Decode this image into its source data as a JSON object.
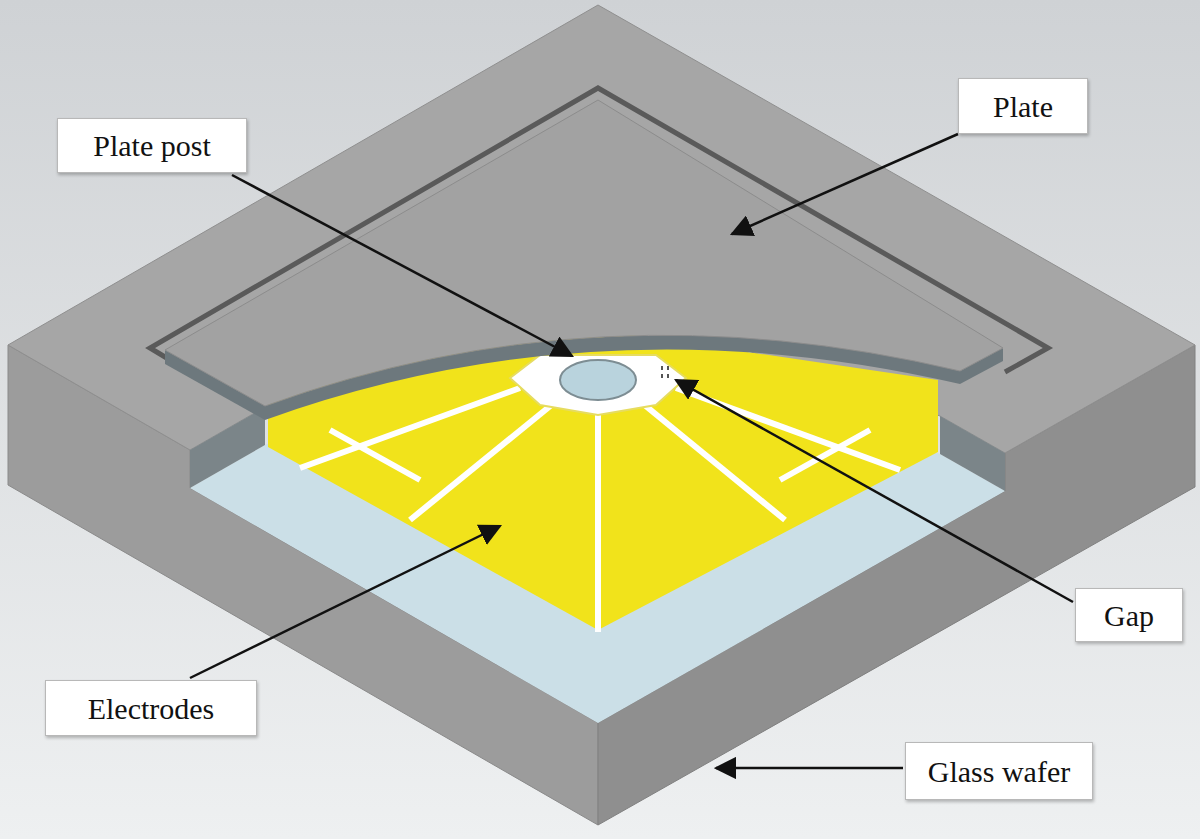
{
  "diagram": {
    "nodes": [
      {
        "text": [
          "Plate post"
        ]
      },
      {
        "text": [
          "Plate"
        ]
      },
      {
        "text": [
          "Gap"
        ]
      },
      {
        "text": [
          "Electrodes"
        ]
      },
      {
        "text": [
          "Glass wafer"
        ]
      }
    ]
  }
}
